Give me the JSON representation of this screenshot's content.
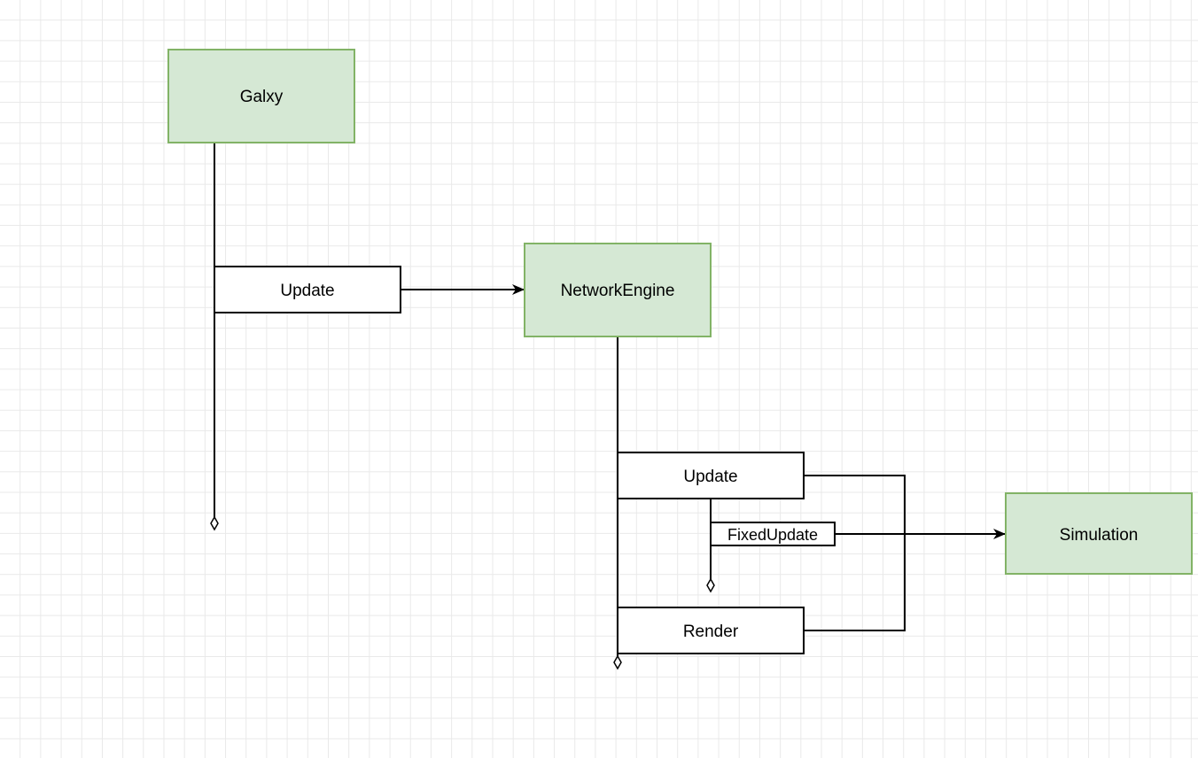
{
  "diagram": {
    "colors": {
      "entity_fill": "#d5e8d4",
      "entity_stroke": "#82b366",
      "node_fill": "#ffffff",
      "line": "#000000"
    },
    "entities": {
      "galxy": "Galxy",
      "network_engine": "NetworkEngine",
      "simulation": "Simulation"
    },
    "methods": {
      "galxy_update": "Update",
      "engine_update": "Update",
      "engine_fixed_update": "FixedUpdate",
      "engine_render": "Render"
    }
  }
}
